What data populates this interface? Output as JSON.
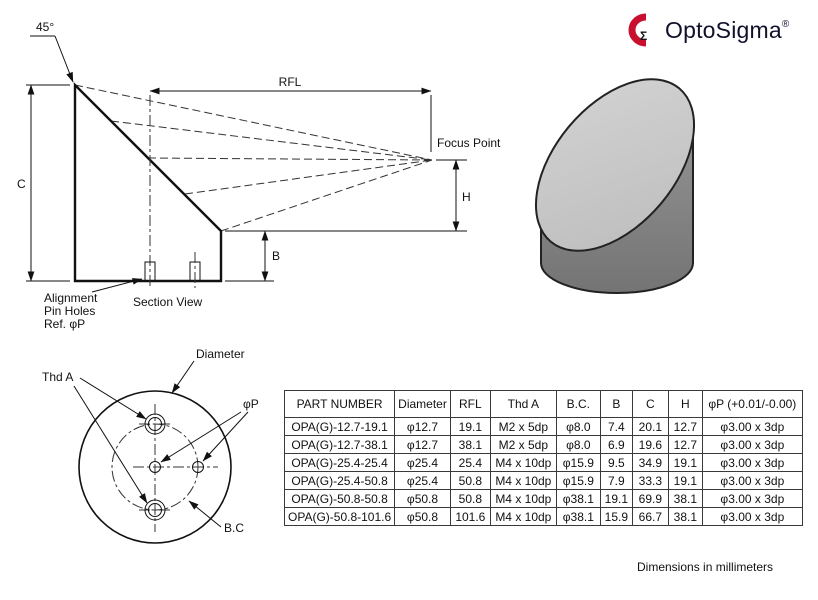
{
  "logo": {
    "brand": "OptoSigma",
    "registered": "®",
    "sigma": "Σ"
  },
  "colors": {
    "accent": "#c8102e",
    "line": "#111111",
    "iso_body": "#8a8a8a",
    "iso_face": "#c9c9c9"
  },
  "section_view": {
    "angle_label": "45°",
    "c_label": "C",
    "rfl_label": "RFL",
    "focus_label": "Focus Point",
    "h_label": "H",
    "b_label": "B",
    "align_line1": "Alignment",
    "align_line2": "Pin Holes",
    "align_line3": "Ref. φP",
    "caption": "Section View"
  },
  "front_view": {
    "diameter_label": "Diameter",
    "thd_label": "Thd A",
    "pin_label": "φP",
    "bc_label": "B.C"
  },
  "table": {
    "headers": [
      "PART NUMBER",
      "Diameter",
      "RFL",
      "Thd A",
      "B.C.",
      "B",
      "C",
      "H",
      "φP (+0.01/-0.00)"
    ],
    "rows": [
      [
        "OPA(G)-12.7-19.1",
        "φ12.7",
        "19.1",
        "M2 x 5dp",
        "φ8.0",
        "7.4",
        "20.1",
        "12.7",
        "φ3.00 x 3dp"
      ],
      [
        "OPA(G)-12.7-38.1",
        "φ12.7",
        "38.1",
        "M2 x 5dp",
        "φ8.0",
        "6.9",
        "19.6",
        "12.7",
        "φ3.00 x 3dp"
      ],
      [
        "OPA(G)-25.4-25.4",
        "φ25.4",
        "25.4",
        "M4 x 10dp",
        "φ15.9",
        "9.5",
        "34.9",
        "19.1",
        "φ3.00 x 3dp"
      ],
      [
        "OPA(G)-25.4-50.8",
        "φ25.4",
        "50.8",
        "M4 x 10dp",
        "φ15.9",
        "7.9",
        "33.3",
        "19.1",
        "φ3.00 x 3dp"
      ],
      [
        "OPA(G)-50.8-50.8",
        "φ50.8",
        "50.8",
        "M4 x 10dp",
        "φ38.1",
        "19.1",
        "69.9",
        "38.1",
        "φ3.00 x 3dp"
      ],
      [
        "OPA(G)-50.8-101.6",
        "φ50.8",
        "101.6",
        "M4 x 10dp",
        "φ38.1",
        "15.9",
        "66.7",
        "38.1",
        "φ3.00 x 3dp"
      ]
    ]
  },
  "footer": {
    "units_note": "Dimensions in millimeters"
  }
}
